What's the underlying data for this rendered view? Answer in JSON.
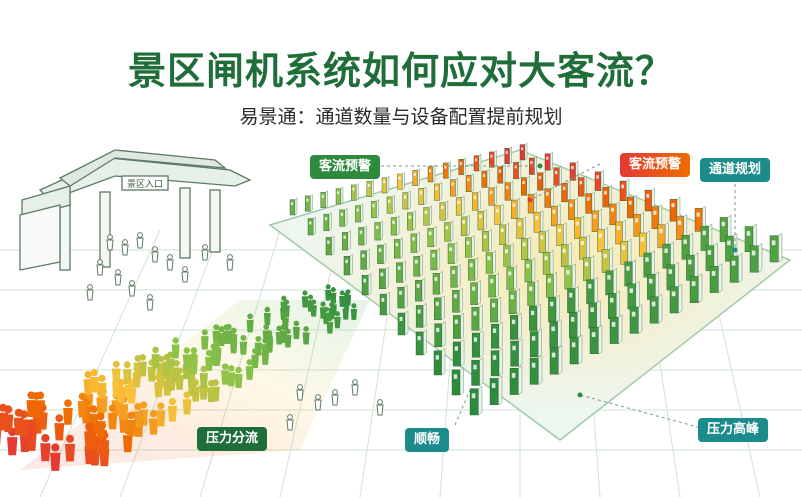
{
  "header": {
    "title": "景区闸机系统如何应对大客流？",
    "subtitle": "易景通：通道数量与设备配置提前规划"
  },
  "gate_sign": {
    "text": "景区入口"
  },
  "labels": {
    "warning_left": "客流预警",
    "warning_right": "客流预警",
    "channel_planning": "通道规划",
    "pressure_split": "压力分流",
    "smooth": "顺畅",
    "pressure_peak": "压力高峰"
  },
  "colors": {
    "brand_green": "#1f6e3a",
    "label_green": "#2e8b3e",
    "label_teal": "#1b8b8b",
    "alert_red": "#e53935",
    "alert_orange": "#ef6c00",
    "crowd_yellow": "#f9c33b"
  }
}
